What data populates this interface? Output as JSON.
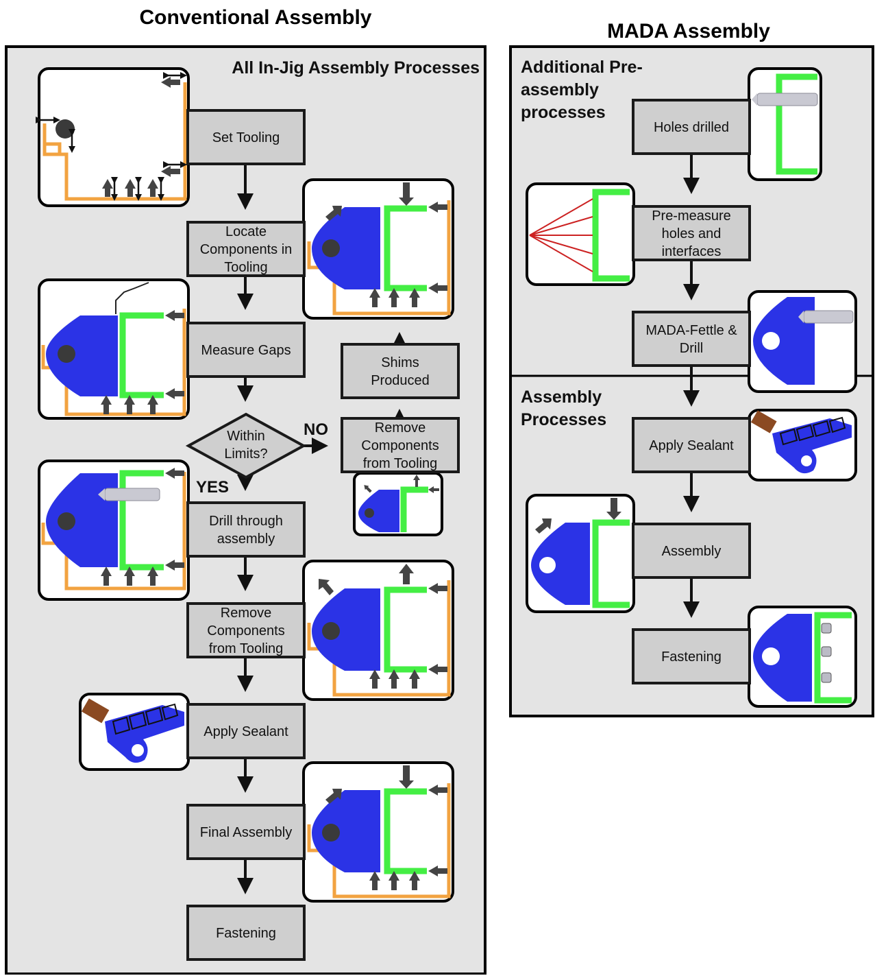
{
  "titles": {
    "conventional": "Conventional Assembly",
    "mada": "MADA Assembly"
  },
  "sections": {
    "in_jig": "All In-Jig Assembly Processes",
    "pre_assembly": [
      "Additional Pre-",
      "assembly",
      "processes"
    ],
    "assembly_processes": [
      "Assembly",
      "Processes"
    ]
  },
  "conventional_steps": {
    "set_tooling": [
      "Set Tooling"
    ],
    "locate": [
      "Locate",
      "Components in",
      "Tooling"
    ],
    "measure_gaps": [
      "Measure Gaps"
    ],
    "within_limits": [
      "Within",
      "Limits?"
    ],
    "shims": [
      "Shims",
      "Produced"
    ],
    "remove_1": [
      "Remove",
      "Components",
      "from Tooling"
    ],
    "drill": [
      "Drill through",
      "assembly"
    ],
    "remove_2": [
      "Remove",
      "Components",
      "from Tooling"
    ],
    "apply_sealant": [
      "Apply Sealant"
    ],
    "final_assembly": [
      "Final Assembly"
    ],
    "fastening": [
      "Fastening"
    ]
  },
  "branches": {
    "no": "NO",
    "yes": "YES"
  },
  "mada_steps": {
    "holes_drilled": [
      "Holes drilled"
    ],
    "pre_measure": [
      "Pre-measure",
      "holes and",
      "interfaces"
    ],
    "fettle_drill": [
      "MADA-Fettle &",
      "Drill"
    ],
    "apply_sealant": [
      "Apply Sealant"
    ],
    "assembly": [
      "Assembly"
    ],
    "fastening": [
      "Fastening"
    ]
  },
  "colors": {
    "panel": "#e4e4e4",
    "box": "#cfcfcf",
    "bracket": "#2b33e6",
    "channel": "#44ee44",
    "jig": "#f2a341",
    "laser": "#cc2222",
    "sealant": "#8b4a22"
  },
  "icons": [
    "set-tooling-thumbnail",
    "locate-thumbnail",
    "measure-gaps-thumbnail",
    "drill-thumbnail",
    "remove-thumbnail",
    "sealant-thumbnail",
    "final-assembly-thumbnail",
    "laser-measure-thumbnail",
    "fastening-thumbnail"
  ]
}
